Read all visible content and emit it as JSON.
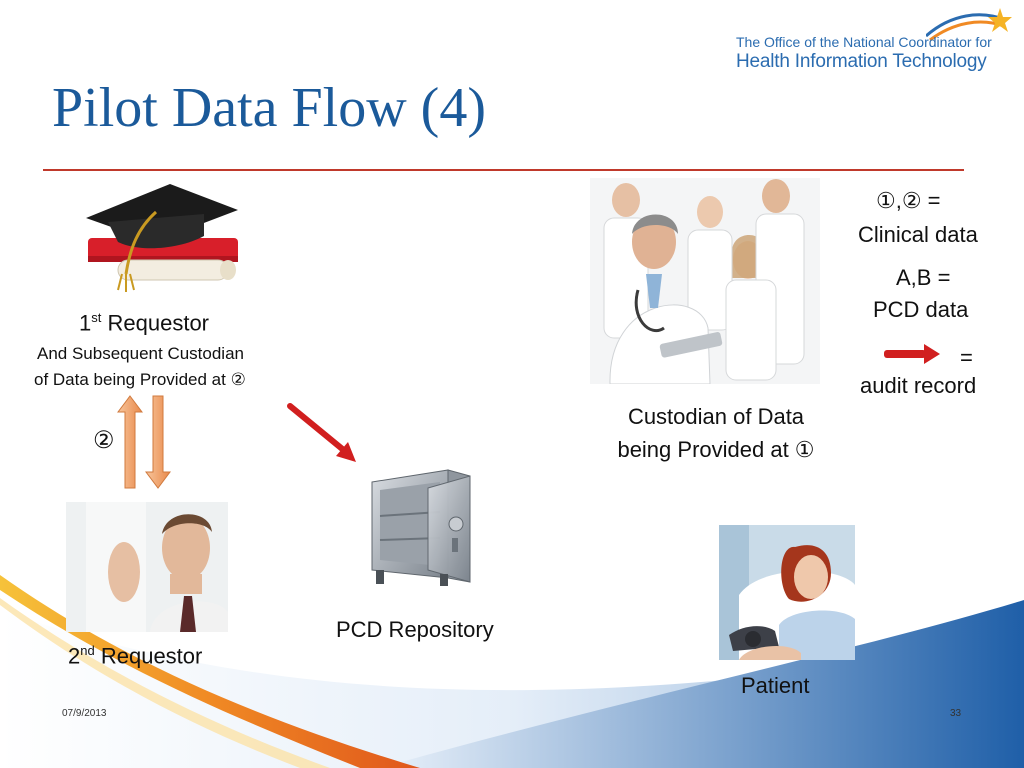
{
  "logo": {
    "line1": "The Office of the National Coordinator for",
    "line2": "Health Information Technology"
  },
  "title": "Pilot Data Flow (4)",
  "requestor1": {
    "num": "1",
    "sup": "st",
    "word": "Requestor",
    "line2": "And Subsequent Custodian",
    "line3": "of Data being Provided at ②"
  },
  "marker_two": "②",
  "requestor2": {
    "num": "2",
    "sup": "nd",
    "word": "Requestor"
  },
  "repository": "PCD Repository",
  "custodian": {
    "line1": "Custodian of Data",
    "line2": "being Provided at ①"
  },
  "patient": "Patient",
  "legend": {
    "clinical_symbols": "①,② =",
    "clinical_text": "Clinical data",
    "pcd_symbols": "A,B =",
    "pcd_text": "PCD data",
    "audit_eq": "=",
    "audit_text": "audit record"
  },
  "footer": {
    "date": "07/9/2013",
    "page": "33"
  },
  "colors": {
    "title": "#1b5a9a",
    "rule": "#c0392b",
    "logo": "#2b6cb0",
    "audit_arrow": "#d11f1f",
    "flow_arrow": "#f0a060"
  }
}
